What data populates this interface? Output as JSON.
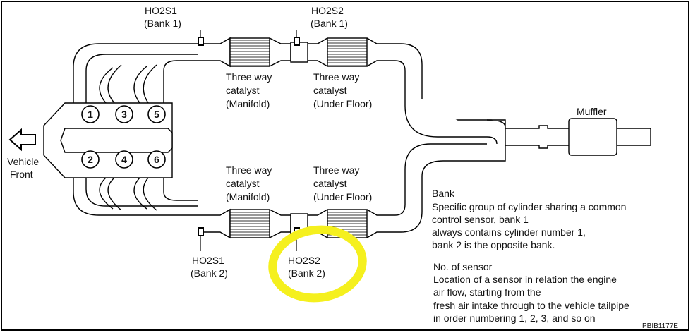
{
  "sensors": {
    "ho2s1_b1": {
      "name": "HO2S1",
      "bank": "(Bank 1)"
    },
    "ho2s2_b1": {
      "name": "HO2S2",
      "bank": "(Bank 1)"
    },
    "ho2s1_b2": {
      "name": "HO2S1",
      "bank": "(Bank 2)"
    },
    "ho2s2_b2": {
      "name": "HO2S2",
      "bank": "(Bank 2)"
    }
  },
  "catalysts": {
    "manifold_b1": [
      "Three way",
      "catalyst",
      "(Manifold)"
    ],
    "underfloor_b1": [
      "Three way",
      "catalyst",
      "(Under Floor)"
    ],
    "manifold_b2": [
      "Three way",
      "catalyst",
      "(Manifold)"
    ],
    "underfloor_b2": [
      "Three way",
      "catalyst",
      "(Under Floor)"
    ]
  },
  "muffler": "Muffler",
  "vehicle_front": [
    "Vehicle",
    "Front"
  ],
  "cylinders": {
    "bank1": [
      "1",
      "3",
      "5"
    ],
    "bank2": [
      "2",
      "4",
      "6"
    ]
  },
  "bank_note": {
    "title": "Bank",
    "lines": [
      "Specific group of cylinder sharing a common",
      "control sensor, bank 1",
      "always contains cylinder number 1,",
      "bank 2 is the opposite bank."
    ]
  },
  "sensor_note": {
    "title": "No. of sensor",
    "lines": [
      "Location of a sensor in relation the engine",
      "air flow, starting from the",
      "fresh air intake through to the vehicle tailpipe",
      "in order numbering 1, 2, 3, and so on"
    ]
  },
  "figure_code": "PBIB1177E",
  "highlight_color": "#f5f01e"
}
